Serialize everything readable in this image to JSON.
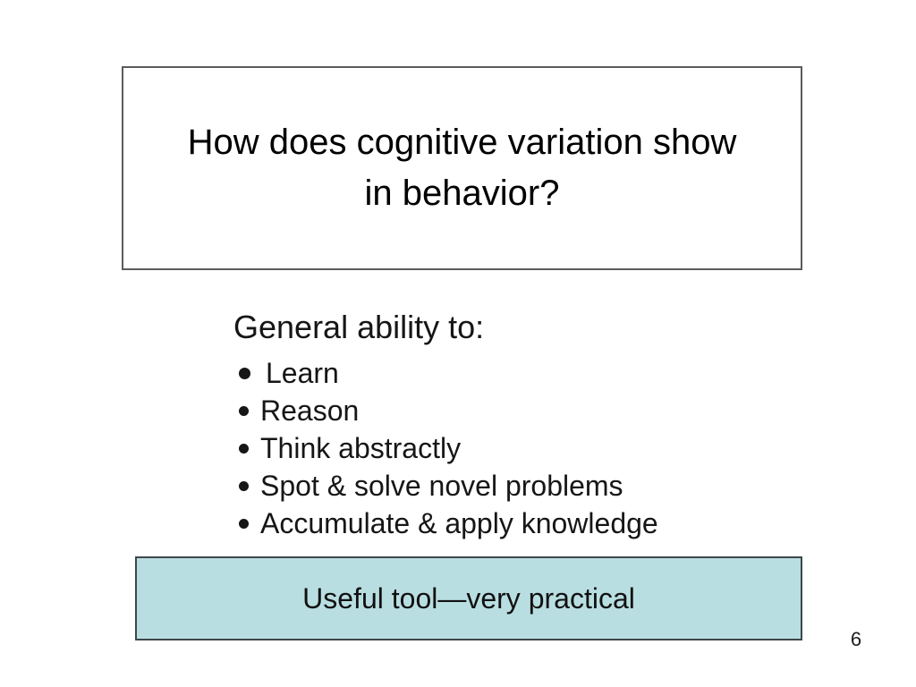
{
  "slide": {
    "title_box": {
      "lines": [
        "How does cognitive variation show",
        "in behavior?"
      ]
    },
    "body": {
      "heading": "General ability to:",
      "bullets": [
        {
          "text": "Learn"
        },
        {
          "text": "Reason"
        },
        {
          "text": "Think abstractly"
        },
        {
          "text": "Spot & solve novel problems"
        },
        {
          "text": "Accumulate & apply knowledge"
        }
      ],
      "bullet_icon": "filled-circle-bullet",
      "text_color": "#161616"
    },
    "highlight_box": {
      "text": "Useful tool—very practical",
      "fill_color": "#b9dee1",
      "border_color": "#3d474b"
    },
    "page_number": "6"
  }
}
